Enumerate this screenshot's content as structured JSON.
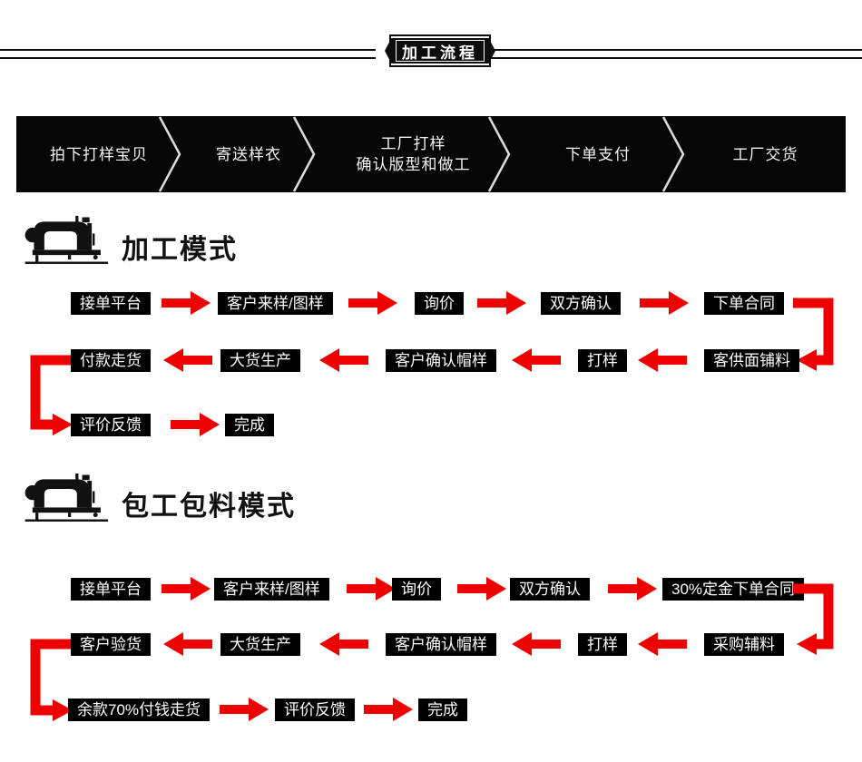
{
  "header": {
    "badge_label": "加工流程"
  },
  "process_bar": {
    "steps": [
      {
        "line1": "拍下打样宝贝",
        "line2": ""
      },
      {
        "line1": "寄送样衣",
        "line2": ""
      },
      {
        "line1": "工厂打样",
        "line2": "确认版型和做工"
      },
      {
        "line1": "下单支付",
        "line2": ""
      },
      {
        "line1": "工厂交货",
        "line2": ""
      }
    ]
  },
  "sections": [
    {
      "title": "加工模式",
      "row1": [
        "接单平台",
        "客户来样/图样",
        "询价",
        "双方确认",
        "下单合同"
      ],
      "row2": [
        "付款走货",
        "大货生产",
        "客户确认帽样",
        "打样",
        "客供面铺料"
      ],
      "row3": [
        "评价反馈",
        "完成"
      ]
    },
    {
      "title": "包工包料模式",
      "row1": [
        "接单平台",
        "客户来样/图样",
        "询价",
        "双方确认",
        "30%定金下单合同"
      ],
      "row2": [
        "客户验货",
        "大货生产",
        "客户确认帽样",
        "打样",
        "采购辅料"
      ],
      "row3": [
        "余款70%付钱走货",
        "评价反馈",
        "完成"
      ]
    }
  ],
  "colors": {
    "arrow_red": "#ee0000",
    "box_black": "#000000",
    "box_text": "#ffffff",
    "chevron_line": "#dddddd"
  }
}
